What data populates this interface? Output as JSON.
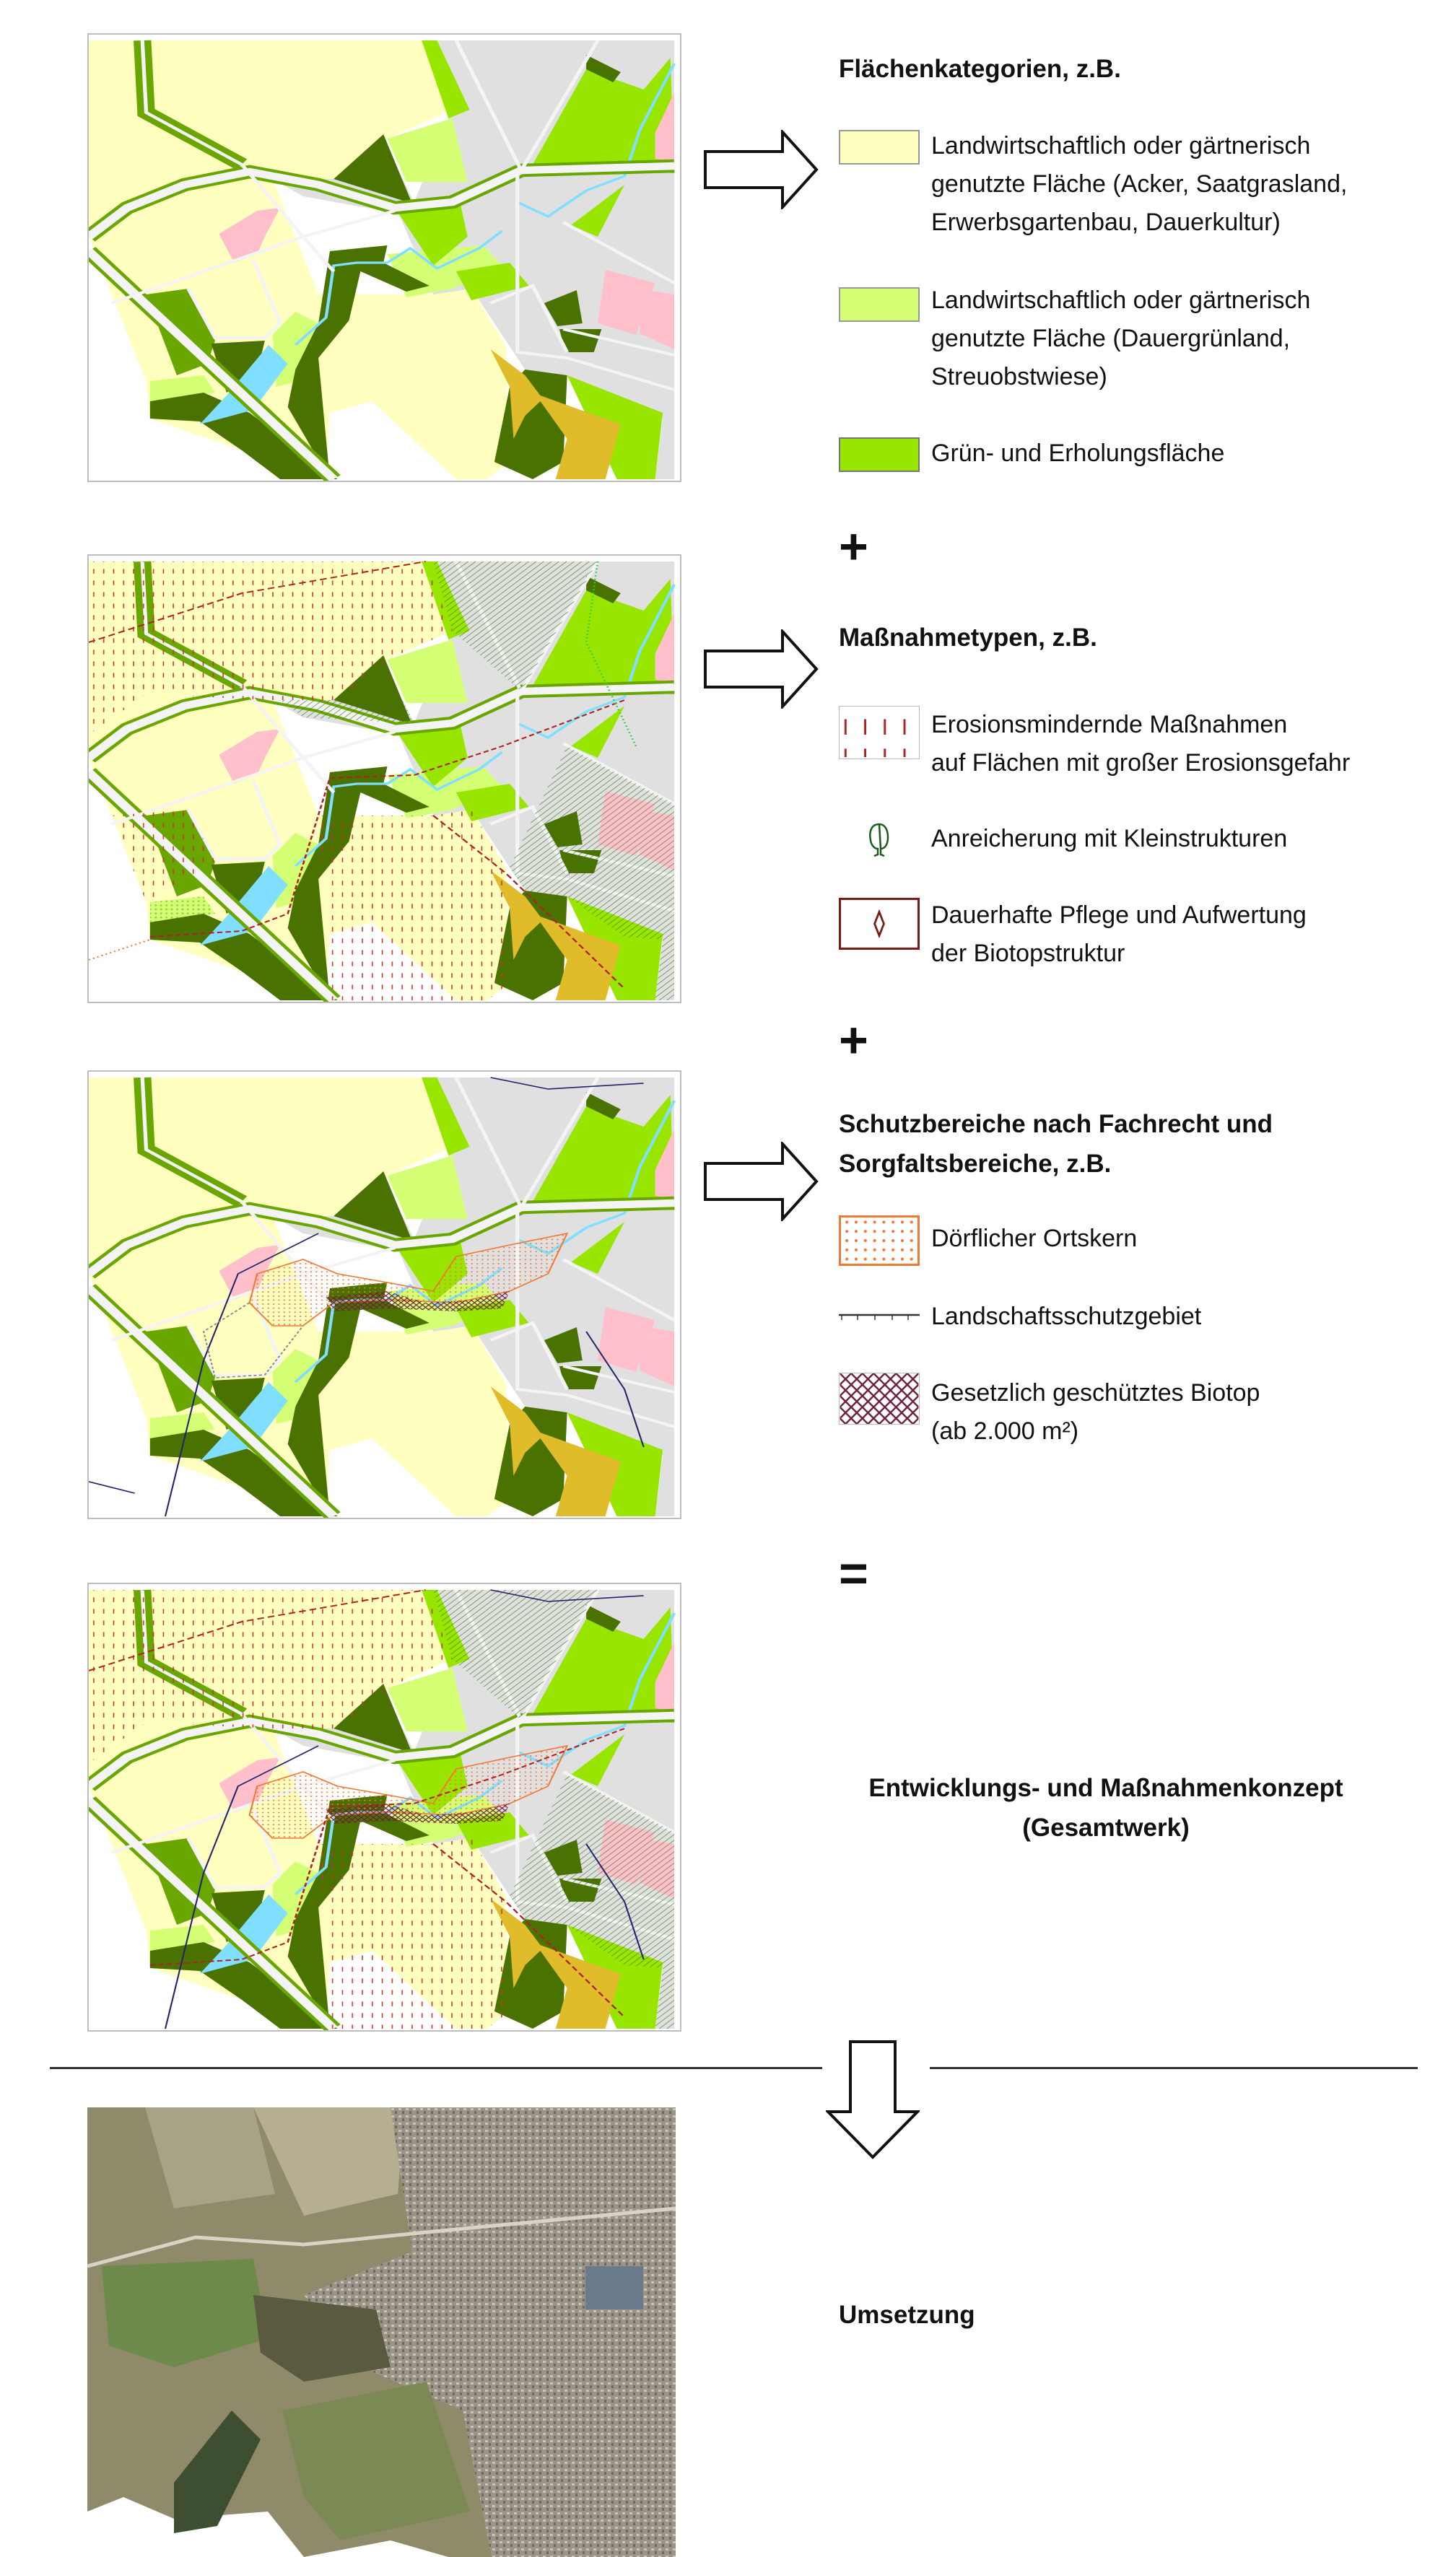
{
  "section1": {
    "title": "Flächenkategorien, z.B.",
    "items": [
      {
        "label": "Landwirtschaftlich oder gärtnerisch\ngenutzte Fläche (Acker, Saatgrasland,\nErwerbsgartenbau, Dauerkultur)",
        "color": "#ffffc0"
      },
      {
        "label": "Landwirtschaftlich oder gärtnerisch\ngenutzte Fläche (Dauergrünland,\nStreuobstwiese)",
        "color": "#d4ff74"
      },
      {
        "label": "Grün- und Erholungsfläche",
        "color": "#98e600"
      }
    ]
  },
  "op_plus_1": "+",
  "section2": {
    "title": "Maßnahmetypen, z.B.",
    "items": [
      {
        "label": "Erosionsmindernde Maßnahmen\nauf Flächen mit großer Erosionsgefahr",
        "color": "#b22222"
      },
      {
        "label": "Anreicherung mit Kleinstrukturen",
        "color": "#1e5a1e"
      },
      {
        "label": "Dauerhafte Pflege und Aufwertung\nder Biotopstruktur",
        "color": "#7a1a1a"
      }
    ]
  },
  "op_plus_2": "+",
  "section3": {
    "title": "Schutzbereiche nach Fachrecht und\nSorgfaltsbereiche, z.B.",
    "items": [
      {
        "label": "Dörflicher Ortskern",
        "color": "#f07a35"
      },
      {
        "label": "Landschaftsschutzgebiet",
        "color": "#333333"
      },
      {
        "label": "Gesetzlich geschütztes Biotop\n(ab 2.000 m²)",
        "color": "#6b1f3a"
      }
    ]
  },
  "op_equals": "=",
  "result": {
    "title": "Entwicklungs- und Maßnahmenkonzept\n(Gesamtwerk)"
  },
  "implementation": {
    "title": "Umsetzung"
  }
}
